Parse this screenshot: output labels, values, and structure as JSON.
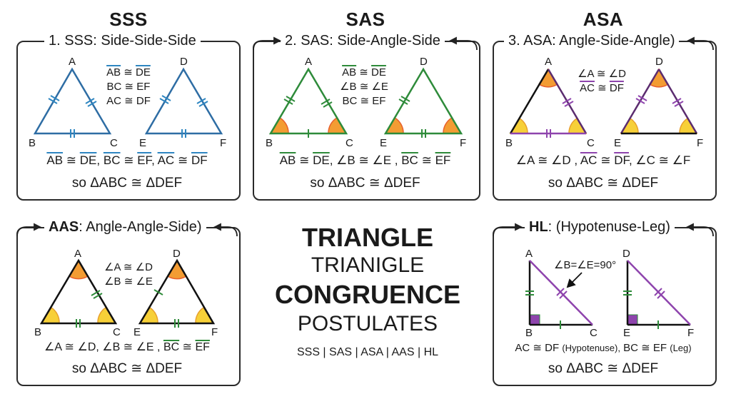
{
  "headings": {
    "sss": "SSS",
    "sas": "SAS",
    "asa": "ASA"
  },
  "panels": {
    "sss": {
      "title": "1. SSS: Side-Side-Side",
      "color": "#2e6da4",
      "vertices": [
        "A",
        "B",
        "C",
        "D",
        "E",
        "F"
      ],
      "given": [
        "AB ≅ DE",
        "BC ≅ EF",
        "AC ≅ DF"
      ],
      "statement": [
        "AB",
        "≅",
        "DE",
        ",",
        "BC",
        "≅",
        "EF",
        ",",
        "AC",
        "≅",
        "DF"
      ],
      "conclusion": "so ΔABC ≅ ΔDEF"
    },
    "sas": {
      "title": "2. SAS: Side-Angle-Side",
      "color": "#2e8b3a",
      "angle_color": "#f39c33",
      "vertices": [
        "A",
        "B",
        "C",
        "D",
        "E",
        "F"
      ],
      "given": [
        "AB ≅ DE",
        "∠B ≅ ∠E",
        "BC ≅ EF"
      ],
      "statement": [
        "AB",
        "≅",
        "DE",
        ", ∠B ≅ ∠E ,",
        "BC",
        "≅",
        "EF"
      ],
      "conclusion": "so ΔABC ≅ ΔDEF"
    },
    "asa": {
      "title": "3. ASA: Angle-Side-Angle)",
      "color": "#8e44ad",
      "angle_top_color": "#f39c33",
      "angle_base_color": "#f7d038",
      "vertices": [
        "A",
        "B",
        "C",
        "D",
        "E",
        "F"
      ],
      "given": [
        "∠A ≅ ∠D",
        "AC ≅ DF"
      ],
      "statement": [
        "∠A ≅ ∠D ,",
        "AC",
        "≅",
        "DF",
        ", ∠C ≅ ∠F"
      ],
      "conclusion": "so ΔABC ≅ ΔDEF"
    },
    "aas": {
      "title_bold": "AAS",
      "title_rest": ": Angle-Angle-Side)",
      "color": "#2e8b3a",
      "vertices": [
        "A",
        "B",
        "C",
        "D",
        "E",
        "F"
      ],
      "given": [
        "∠A ≅ ∠D",
        "∠B ≅ ∠E"
      ],
      "statement": [
        "∠A ≅ ∠D, ∠B ≅ ∠E ,",
        "BC",
        "≅",
        "EF"
      ],
      "conclusion": "so ΔABC ≅ ΔDEF"
    },
    "hl": {
      "title_bold": "HL",
      "title_rest": ": (Hypotenuse-Leg)",
      "color": "#8e44ad",
      "tick_color": "#2e8b3a",
      "vertices": [
        "A",
        "B",
        "C",
        "D",
        "E",
        "F"
      ],
      "annotation": "∠B=∠E=90°",
      "statement_main1": "AC ≅ DF",
      "statement_note1": "(Hypotenuse),",
      "statement_main2": "BC ≅ EF",
      "statement_note2": "(Leg)",
      "conclusion": "so ΔABC ≅ ΔDEF"
    }
  },
  "center": {
    "line1": "TRIANGLE",
    "line2": "TRIANIGLE",
    "line3": "CONGRUENCE",
    "line4": "POSTULATES",
    "list": "SSS | SAS | ASA | AAS | HL"
  }
}
